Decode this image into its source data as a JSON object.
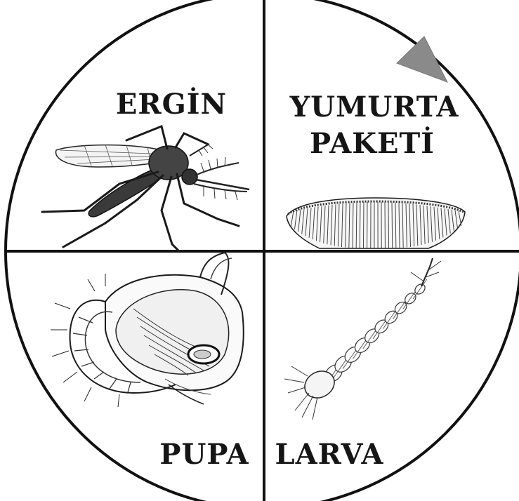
{
  "diagram": {
    "stages": [
      {
        "id": "adult",
        "label": "ERGİN"
      },
      {
        "id": "egg_raft",
        "label_line1": "YUMURTA",
        "label_line2": "PAKETİ"
      },
      {
        "id": "larva",
        "label": "LARVA"
      },
      {
        "id": "pupa",
        "label": "PUPA"
      }
    ],
    "direction": "clockwise",
    "colors": {
      "outline": "#111111",
      "arrow": "#8a8a8a",
      "body_dark": "#3a3a3a",
      "label": "#151515"
    }
  }
}
